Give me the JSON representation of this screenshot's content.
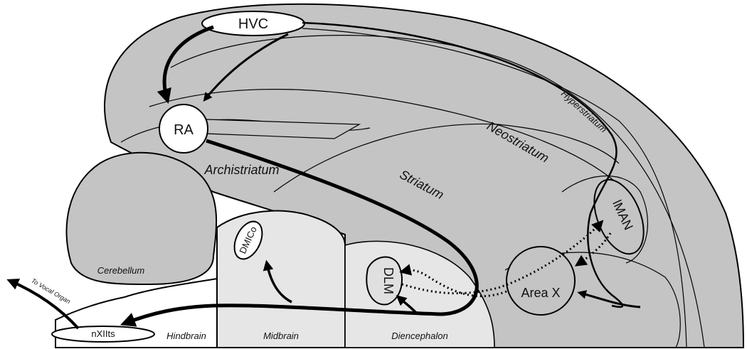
{
  "nuclei": {
    "hvc": "HVC",
    "ra": "RA",
    "lman": "lMAN",
    "area_x": "Area X",
    "dlm": "DLM",
    "dmico": "DMICo",
    "nxiits": "nXIIts"
  },
  "regions": {
    "hyperstriatum": "Hyperstriatum",
    "neostriatum": "Neostriatum",
    "striatum": "Striatum",
    "archistriatum": "Archistriatum",
    "cerebellum": "Cerebellum",
    "hindbrain": "Hindbrain",
    "midbrain": "Midbrain",
    "diencephalon": "Diencephalon"
  },
  "output_label": "To Vocal Organ",
  "colors": {
    "forebrain": "#c4c4c4",
    "midbrain": "#e6e6e6",
    "hindbrain": "#ffffff",
    "outline": "#111111"
  }
}
